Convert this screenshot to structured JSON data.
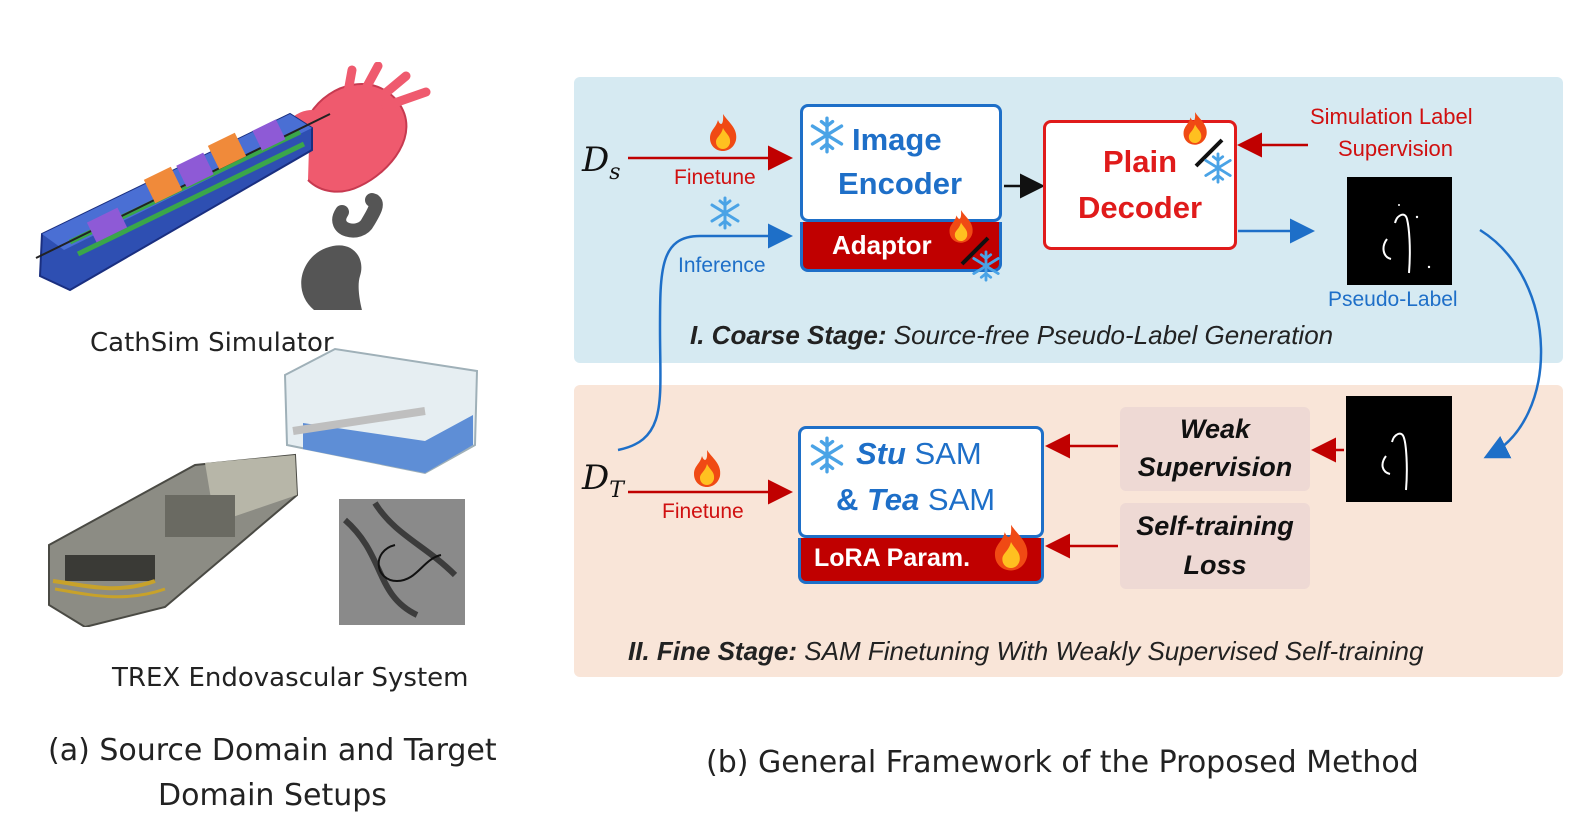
{
  "panel_a": {
    "sim_label": "CathSim Simulator",
    "trex_label": "TREX Endovascular System",
    "caption_line1": "(a) Source Domain and Target",
    "caption_line2": "Domain Setups"
  },
  "panel_b": {
    "caption": "(b) General Framework of the Proposed Method",
    "coarse": {
      "stage_prefix": "I. Coarse Stage:",
      "stage_title": " Source-free Pseudo-Label Generation",
      "ds": "D",
      "ds_sub": "s",
      "finetune": "Finetune",
      "inference": "Inference",
      "encoder_line1": "Image",
      "encoder_line2": "Encoder",
      "adaptor": "Adaptor",
      "decoder_line1": "Plain",
      "decoder_line2": "Decoder",
      "sim_label_line1": "Simulation Label",
      "sim_label_line2": "Supervision",
      "pseudo_label": "Pseudo-Label"
    },
    "fine": {
      "stage_prefix": "II. Fine Stage:",
      "stage_title": " SAM Finetuning With Weakly Supervised Self-training",
      "dt": "D",
      "dt_sub": "T",
      "finetune": "Finetune",
      "sam_stu": "Stu",
      "sam_word": " SAM",
      "sam_and": "& ",
      "sam_tea": "Tea",
      "lora": "LoRA Param.",
      "weak_line1": "Weak",
      "weak_line2": "Supervision",
      "self_line1": "Self-training",
      "self_line2": "Loss"
    }
  },
  "colors": {
    "coarse_bg": "#d6eaf2",
    "fine_bg": "#f9e5d8",
    "blue_accent": "#1e6fc8",
    "red_accent": "#d01010",
    "adaptor_fill": "#c00000"
  },
  "icons": [
    "fire-icon",
    "snowflake-icon"
  ]
}
